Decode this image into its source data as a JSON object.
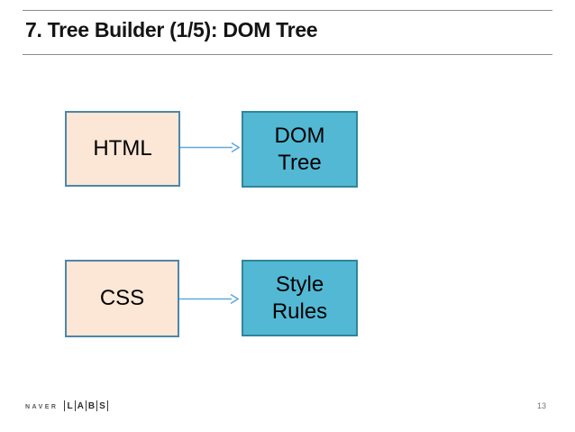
{
  "header": {
    "title": "7. Tree Builder (1/5): DOM Tree"
  },
  "diagram": {
    "row1": {
      "source_label": "HTML",
      "target_line1": "DOM",
      "target_line2": "Tree"
    },
    "row2": {
      "source_label": "CSS",
      "target_line1": "Style",
      "target_line2": "Rules"
    }
  },
  "footer": {
    "brand": "NAVER",
    "labs_letters": [
      "L",
      "A",
      "B",
      "S"
    ],
    "page_number": "13"
  },
  "colors": {
    "source_box_fill": "#FCE6D5",
    "source_box_border": "#4E86A8",
    "target_box_fill": "#52B8D4",
    "target_box_border": "#31859B",
    "arrow": "#63A9DB",
    "rule_line": "#8C8C8C",
    "title_text": "#141414",
    "footer_text": "#757575"
  }
}
